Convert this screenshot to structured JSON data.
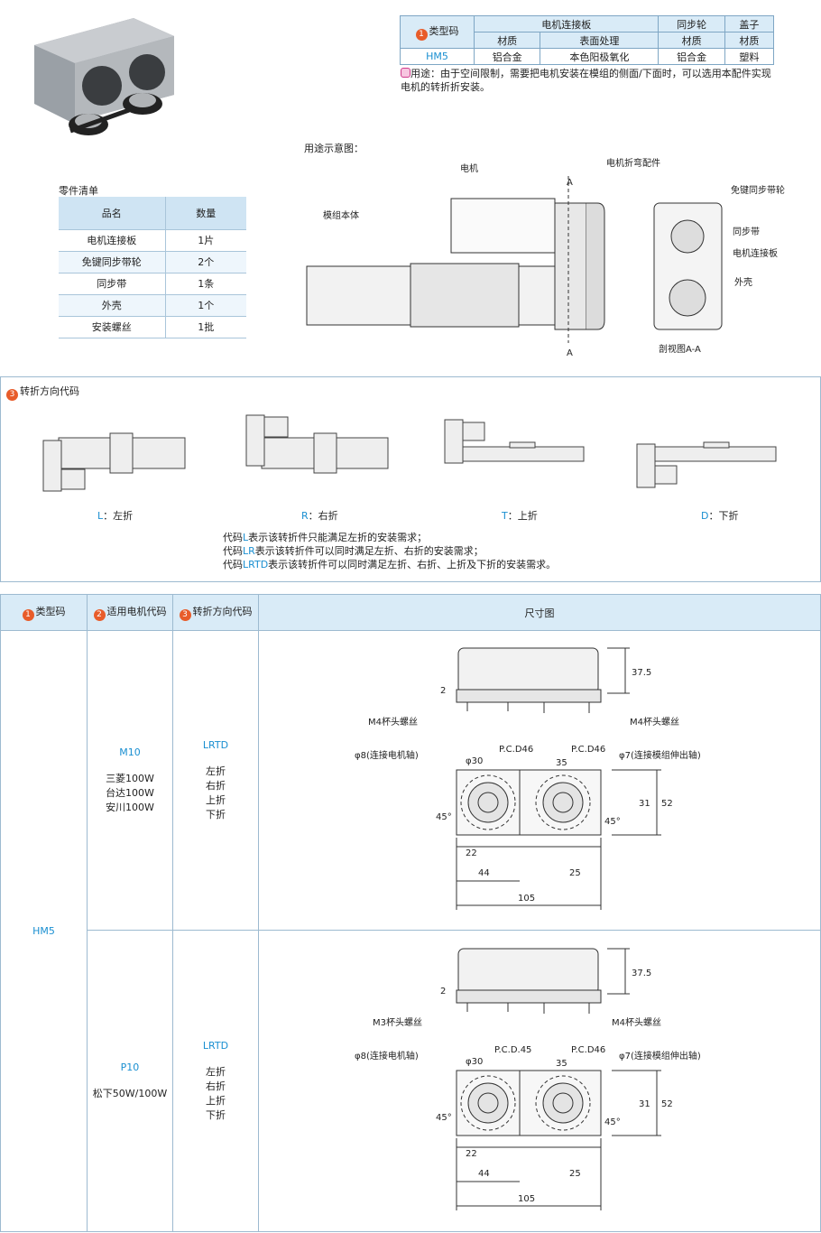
{
  "spec_table": {
    "type_code_header": "类型码",
    "groups": [
      "电机连接板",
      "同步轮",
      "盖子"
    ],
    "sub_headers": [
      "材质",
      "表面处理",
      "材质",
      "材质"
    ],
    "row": {
      "code": "HM5",
      "values": [
        "铝合金",
        "本色阳极氧化",
        "铝合金",
        "塑料"
      ]
    }
  },
  "usage": {
    "label": "用途：",
    "text": "由于空间限制，需要把电机安装在模组的侧面/下面时，可以选用本配件实现电机的转折折安装。"
  },
  "usage_diagram": {
    "title": "用途示意图：",
    "labels": [
      "电机",
      "电机折弯配件",
      "模组本体",
      "免键同步带轮",
      "同步带",
      "电机连接板",
      "外壳"
    ],
    "section_mark": "A",
    "section_caption": "剖视图A-A"
  },
  "parts_list": {
    "title": "零件清单",
    "headers": [
      "品名",
      "数量"
    ],
    "rows": [
      [
        "电机连接板",
        "1片"
      ],
      [
        "免键同步带轮",
        "2个"
      ],
      [
        "同步带",
        "1条"
      ],
      [
        "外壳",
        "1个"
      ],
      [
        "安装螺丝",
        "1批"
      ]
    ]
  },
  "direction": {
    "title": "转折方向代码",
    "items": [
      {
        "code": "L",
        "label": "：左折"
      },
      {
        "code": "R",
        "label": "：右折"
      },
      {
        "code": "T",
        "label": "：上折"
      },
      {
        "code": "D",
        "label": "：下折"
      }
    ],
    "notes": [
      {
        "prefix": "代码",
        "code": "L",
        "text": "表示该转折件只能满足左折的安装需求；"
      },
      {
        "prefix": "代码",
        "code": "LR",
        "text": "表示该转折件可以同时满足左折、右折的安装需求；"
      },
      {
        "prefix": "代码",
        "code": "LRTD",
        "text": "表示该转折件可以同时满足左折、右折、上折及下折的安装需求。"
      }
    ]
  },
  "main_table": {
    "headers": [
      "类型码",
      "适用电机代码",
      "转折方向代码",
      "尺寸图"
    ],
    "type_code": "HM5",
    "rows": [
      {
        "motor_code": "M10",
        "motors": [
          "三菱100W",
          "台达100W",
          "安川100W"
        ],
        "dir_code": "LRTD",
        "dirs": [
          "左折",
          "右折",
          "上折",
          "下折"
        ],
        "drawing": {
          "screw_left": "M4杯头螺丝",
          "screw_right": "M4杯头螺丝",
          "h1": "37.5",
          "h2": "2",
          "shaft_left": "φ8(连接电机轴)",
          "shaft_right": "φ7(连接模组伸出轴)",
          "pcd_left": "P.C.D46",
          "pcd_right": "P.C.D46",
          "dia": "φ30",
          "dims": [
            "35",
            "31",
            "52",
            "45°",
            "45°",
            "22",
            "44",
            "25",
            "105"
          ]
        }
      },
      {
        "motor_code": "P10",
        "motors": [
          "松下50W/100W"
        ],
        "dir_code": "LRTD",
        "dirs": [
          "左折",
          "右折",
          "上折",
          "下折"
        ],
        "drawing": {
          "screw_left": "M3杯头螺丝",
          "screw_right": "M4杯头螺丝",
          "h1": "37.5",
          "h2": "2",
          "shaft_left": "φ8(连接电机轴)",
          "shaft_right": "φ7(连接模组伸出轴)",
          "pcd_left": "P.C.D.45",
          "pcd_right": "P.C.D46",
          "dia": "φ30",
          "dims": [
            "35",
            "31",
            "52",
            "45°",
            "45°",
            "22",
            "44",
            "25",
            "105"
          ]
        }
      }
    ]
  },
  "colors": {
    "accent": "#1a8fd1",
    "badge": "#e85c2a",
    "header_bg": "#d9ebf7",
    "border": "#9dbad0"
  }
}
